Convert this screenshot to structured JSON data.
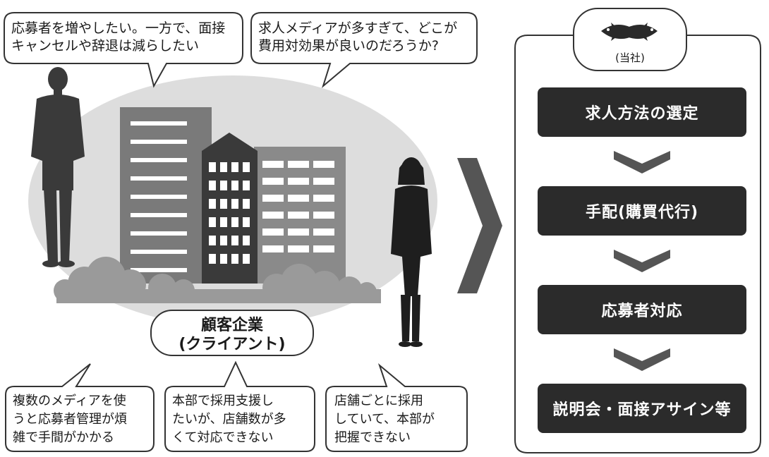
{
  "concerns_top": [
    {
      "text": "応募者を増やしたい。一方で、面接\nキャンセルや辞退は減らしたい"
    },
    {
      "text": "求人メディアが多すぎて、どこが\n費用対効果が良いのだろうか?"
    }
  ],
  "client": {
    "label": "顧客企業\n(クライアント)"
  },
  "concerns_bottom": [
    {
      "text": "複数のメディアを使\nうと応募者管理が煩\n雑で手間がかかる"
    },
    {
      "text": "本部で採用支援し\nたいが、店舗数が多\nくて対応できない"
    },
    {
      "text": "店舗ごとに採用\nしていて、本部が\n把握できない"
    }
  ],
  "company": {
    "caption": "(当社)",
    "logo_icon": "two-fish-logo"
  },
  "services": [
    {
      "label": "求人方法の選定"
    },
    {
      "label": "手配(購買代行)"
    },
    {
      "label": "応募者対応"
    },
    {
      "label": "説明会・面接アサイン等"
    }
  ],
  "colors": {
    "step_fill": "#2b2b2b",
    "chevron": "#555555",
    "ellipse": "#dcdcdc",
    "building_dark": "#3a3a3a"
  }
}
